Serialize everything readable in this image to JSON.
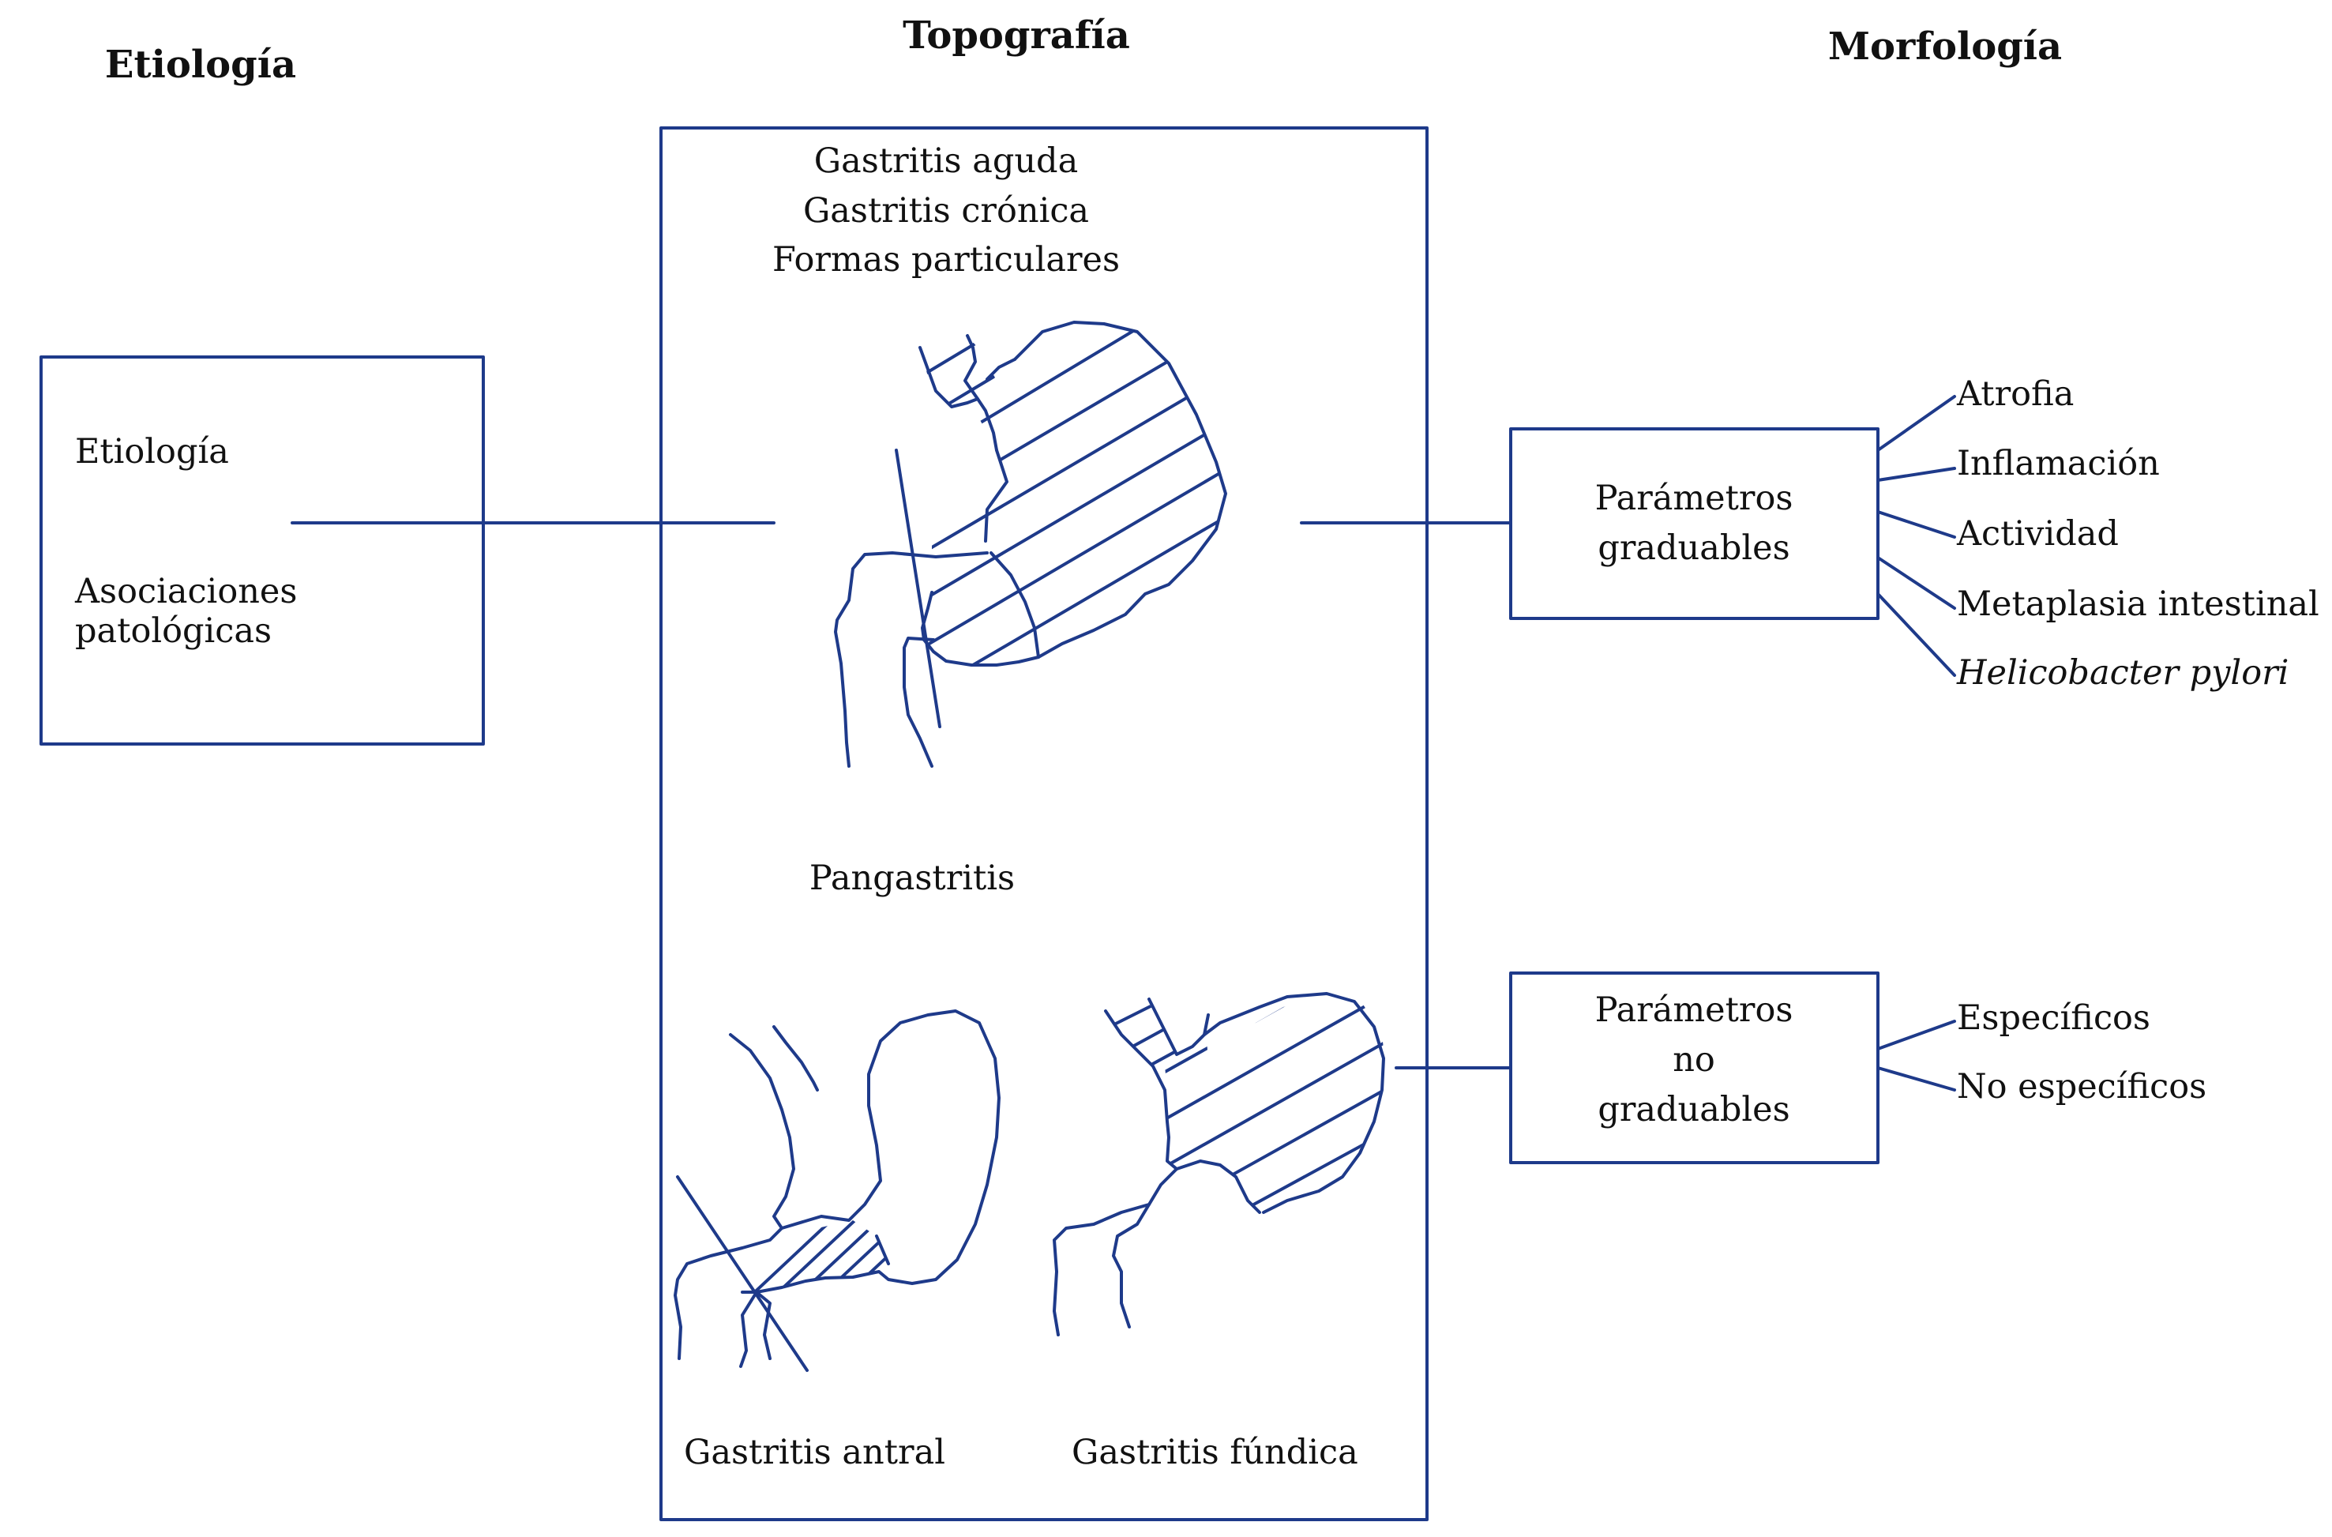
{
  "colors": {
    "line": "#1e3a8a",
    "text": "#111111"
  },
  "headers": {
    "etiologia": "Etiología",
    "topografia": "Topografía",
    "morfologia": "Morfología"
  },
  "etiology_box": {
    "line1": "Etiología",
    "line2a": "Asociaciones",
    "line2b": "patológicas"
  },
  "topography": {
    "line1": "Gastritis aguda",
    "line2": "Gastritis crónica",
    "line3": "Formas particulares",
    "pangastritis": "Pangastritis",
    "antral": "Gastritis antral",
    "fundica": "Gastritis fúndica"
  },
  "graduable_box": {
    "line1": "Parámetros",
    "line2": "graduables"
  },
  "graduable_items": [
    "Atrofia",
    "Inflamación",
    "Actividad",
    "Metaplasia intestinal",
    "Helicobacter pylori"
  ],
  "non_graduable_box": {
    "line1": "Parámetros",
    "line2": "no",
    "line3": "graduables"
  },
  "non_graduable_items": [
    "Específicos",
    "No específicos"
  ]
}
